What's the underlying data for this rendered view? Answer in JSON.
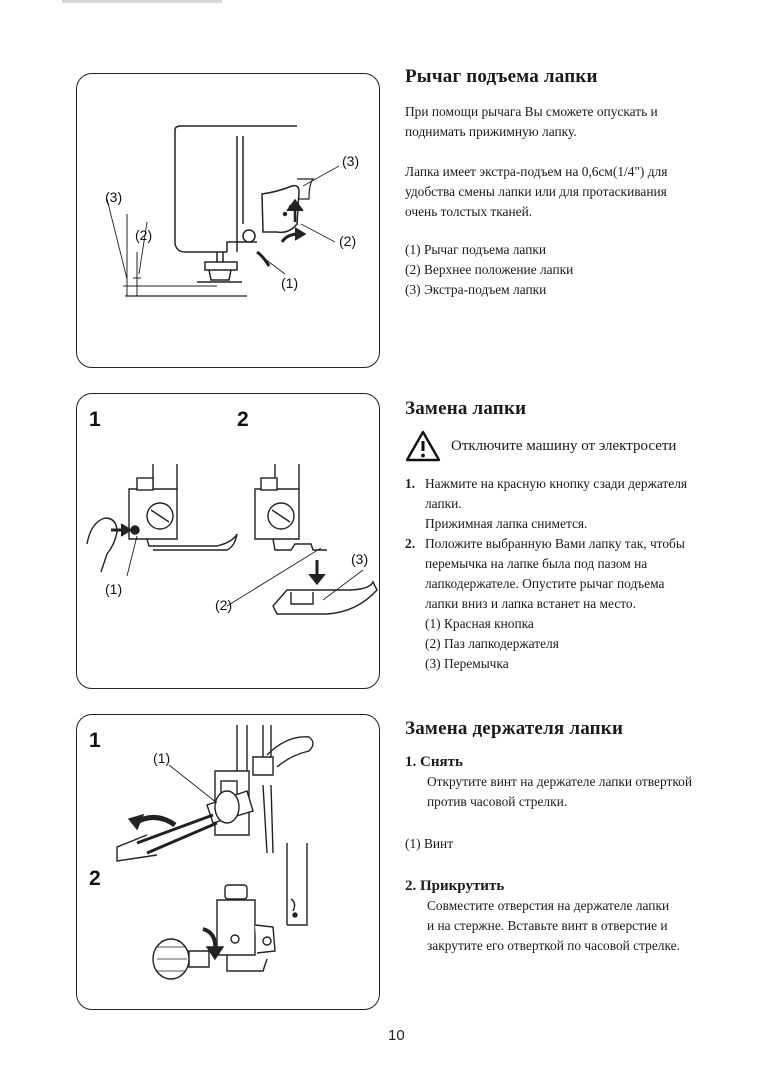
{
  "section1": {
    "title": "Рычаг подъема лапки",
    "para1": [
      "При помощи рычага Вы сможете опускать и",
      "поднимать прижимную лапку."
    ],
    "para2": [
      "Лапка имеет экстра-подъем на 0,6см(1/4\") для",
      "удобства смены лапки или для протаскивания",
      "очень толстых тканей."
    ],
    "items": [
      "(1) Рычаг подъема лапки",
      "(2) Верхнее положение лапки",
      "(3) Экстра-подъем лапки"
    ],
    "figure_labels": {
      "l3_left": "(3)",
      "l2_left": "(2)",
      "l3_right": "(3)",
      "l2_right": "(2)",
      "l1": "(1)"
    }
  },
  "section2": {
    "title": "Замена лапки",
    "warning": "Отключите машину от электросети",
    "step1_num": "1.",
    "step1_lines": [
      "Нажмите на красную кнопку сзади держателя",
      "лапки."
    ],
    "step1_note": "Прижимная лапка снимется.",
    "step2_num": "2.",
    "step2_lines": [
      "Положите выбранную Вами лапку так, чтобы",
      "перемычка на лапке была под пазом на",
      "лапкодержателе. Опустите рычаг подъема",
      "лапки вниз и лапка встанет на место."
    ],
    "items": [
      "(1)  Красная кнопка",
      "(2)  Паз лапкодержателя",
      "(3)  Перемычка"
    ],
    "figure_labels": {
      "n1": "1",
      "n2": "2",
      "l1": "(1)",
      "l2": "(2)",
      "l3": "(3)"
    }
  },
  "section3": {
    "title": "Замена держателя лапки",
    "sub1": "1. Снять",
    "sub1_lines": [
      "Открутите винт на держателе лапки отверткой",
      "против часовой стрелки."
    ],
    "item": "(1)  Винт",
    "sub2": "2. Прикрутить",
    "sub2_lines": [
      "Совместите отверстия на держателе лапки",
      "и на стержне. Вставьте винт в отверстие и",
      "закрутите его отверткой по часовой стрелке."
    ],
    "figure_labels": {
      "n1": "1",
      "n2": "2",
      "l1": "(1)"
    }
  },
  "page_number": "10"
}
